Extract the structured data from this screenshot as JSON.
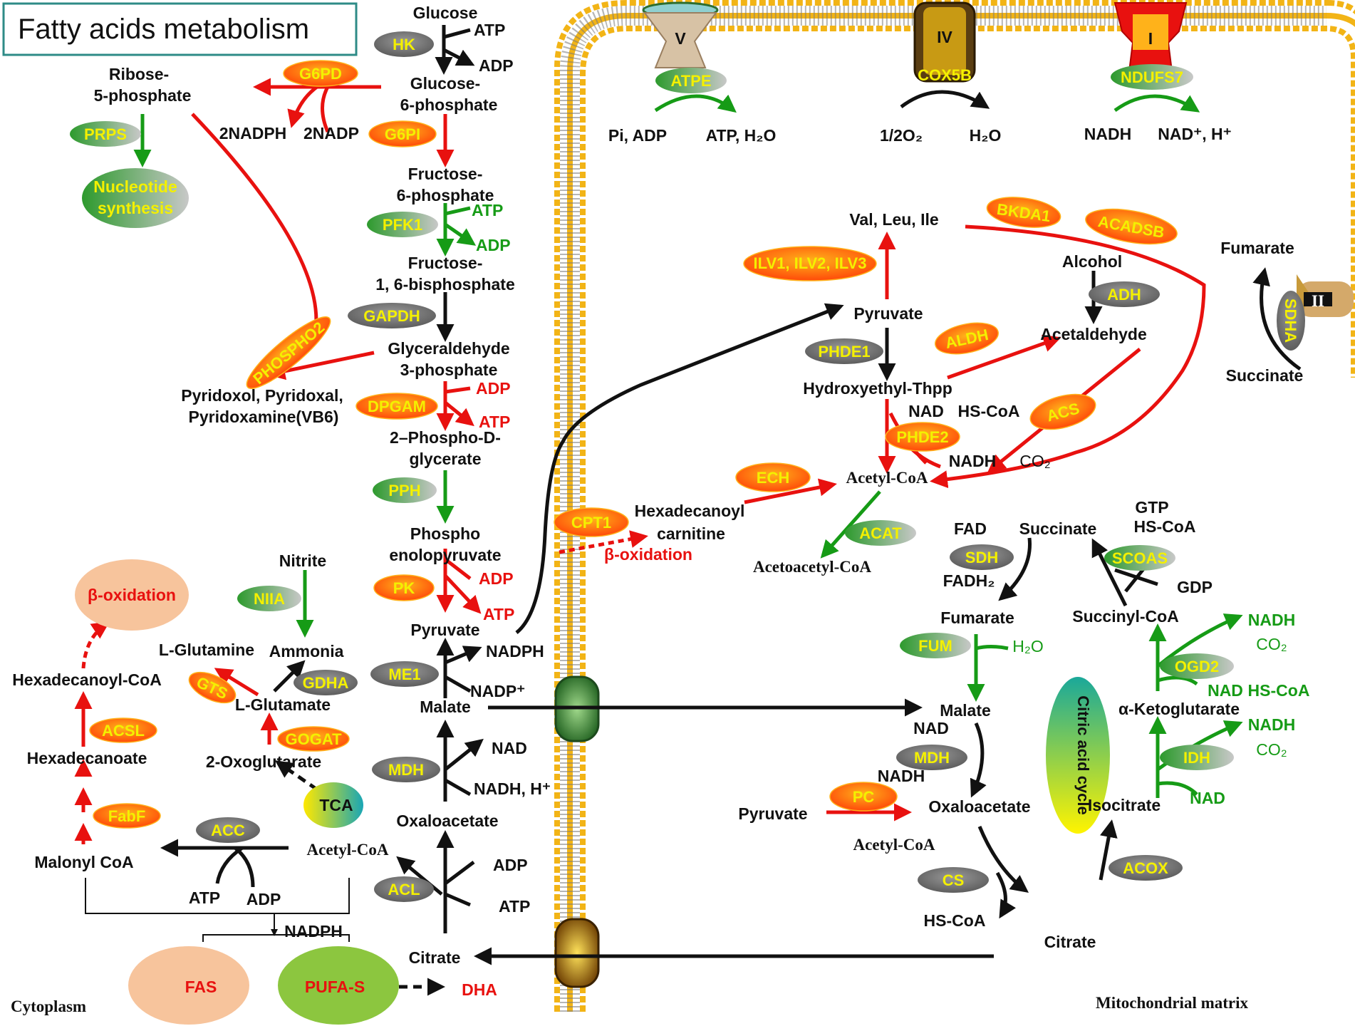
{
  "title_box": "Fatty acids metabolism",
  "region_cytoplasm": "Cytoplasm",
  "region_matrix": "Mitochondrial matrix",
  "colors": {
    "upregulated": "#e8110f",
    "upregulated_fill": "#ff7a10",
    "downregulated": "#169b16",
    "unchanged": "#111111",
    "enzyme_gray": "#7d7d7d",
    "enzyme_green": "#3aa23a",
    "membrane": "#f2b416"
  },
  "glycolysis": {
    "glucose": "Glucose",
    "atp1": "ATP",
    "adp1": "ADP",
    "g6p": "Glucose-6-phosphate",
    "g6p_l1": "Glucose-",
    "g6p_l2": "6-phosphate",
    "f6p_l1": "Fructose-",
    "f6p_l2": "6-phosphate",
    "atp2": "ATP",
    "adp2": "ADP",
    "fbp_l1": "Fructose-",
    "fbp_l2": "1, 6-bisphosphate",
    "gap_l1": "Glyceraldehyde",
    "gap_l2": "3-phosphate",
    "adp3": "ADP",
    "atp3": "ATP",
    "pg_l1": "2–Phospho-D-",
    "pg_l2": "glycerate",
    "pep_l1": "Phospho",
    "pep_l2": "enolopyruvate",
    "adp4": "ADP",
    "atp4": "ATP",
    "pyruvate": "Pyruvate",
    "nadph": "NADPH",
    "nadp": "NADP⁺",
    "malate": "Malate",
    "nad": "NAD",
    "nadh_h": "NADH, H⁺",
    "oxaloacetate": "Oxaloacetate",
    "acetyl_coa": "Acetyl-CoA",
    "adp5": "ADP",
    "atp5": "ATP",
    "citrate": "Citrate"
  },
  "ppp": {
    "r5p_l1": "Ribose-",
    "r5p_l2": "5-phosphate",
    "nadph2": "2NADPH",
    "nadp2": "2NADP",
    "nucleotide_l1": "Nucleotide",
    "nucleotide_l2": "synthesis",
    "vb6_l1": "Pyridoxol, Pyridoxal,",
    "vb6_l2": "Pyridoxamine(VB6)"
  },
  "nitrogen": {
    "nitrite": "Nitrite",
    "ammonia": "Ammonia",
    "l_glutamine": "L-Glutamine",
    "l_glutamate": "L-Glutamate",
    "oxoglutarate": "2-Oxoglutarate",
    "tca": "TCA"
  },
  "fatty": {
    "beta_oxidation": "β-oxidation",
    "hexadecanoyl_coa": "Hexadecanoyl-CoA",
    "hexadecanoate": "Hexadecanoate",
    "malonyl_coa": "Malonyl CoA",
    "atp": "ATP",
    "adp": "ADP",
    "nadph": "NADPH",
    "fas": "FAS",
    "pufa": "PUFA-S",
    "dha": "DHA"
  },
  "etc": {
    "complex_v": "V",
    "complex_iv": "IV",
    "complex_i": "I",
    "complex_ii": "II",
    "pi_adp": "Pi, ADP",
    "atp_h2o": "ATP, H₂O",
    "half_o2": "1/2O₂",
    "h2o": "H₂O",
    "nadh": "NADH",
    "nad_h": "NAD⁺, H⁺",
    "fumarate": "Fumarate",
    "succinate": "Succinate"
  },
  "mito": {
    "val_leu_ile": "Val, Leu, Ile",
    "alcohol": "Alcohol",
    "pyruvate": "Pyruvate",
    "acetaldehyde": "Acetaldehyde",
    "hydroxyethyl": "Hydroxyethyl-Thpp",
    "nad": "NAD",
    "hs_coa": "HS-CoA",
    "nadh": "NADH",
    "co2": "CO₂",
    "acetyl_coa": "Acetyl-CoA",
    "acetoacetyl_coa": "Acetoacetyl-CoA",
    "hexadecanoyl_carnitine_l1": "Hexadecanoyl",
    "hexadecanoyl_carnitine_l2": "carnitine",
    "beta_oxidation": "β-oxidation"
  },
  "tca": {
    "title": "Citric acid cycle",
    "fad": "FAD",
    "fadh2": "FADH₂",
    "succinate": "Succinate",
    "gtp": "GTP",
    "hs_coa": "HS-CoA",
    "gdp": "GDP",
    "fumarate": "Fumarate",
    "h2o": "H₂O",
    "succinyl_coa": "Succinyl-CoA",
    "nadh1": "NADH",
    "co2_1": "CO₂",
    "nad1": "NAD",
    "hs_coa2": "HS-CoA",
    "akg": "α-Ketoglutarate",
    "nadh2": "NADH",
    "co2_2": "CO₂",
    "malate": "Malate",
    "nad_mdh": "NAD",
    "nadh_mdh": "NADH",
    "oxaloacetate": "Oxaloacetate",
    "isocitrate": "Isocitrate",
    "nad2": "NAD",
    "pyruvate": "Pyruvate",
    "acetyl_coa": "Acetyl-CoA",
    "hs_coa3": "HS-CoA",
    "citrate": "Citrate"
  },
  "enzymes": {
    "HK": "HK",
    "G6PD": "G6PD",
    "G6PI": "G6PI",
    "PRPS": "PRPS",
    "PFK1": "PFK1",
    "GAPDH": "GAPDH",
    "PHOSPHO2": "PHOSPHO2",
    "DPGAM": "DPGAM",
    "PPH": "PPH",
    "PK": "PK",
    "ME1": "ME1",
    "MDH": "MDH",
    "ACL": "ACL",
    "ACC": "ACC",
    "NIIA": "NIIA",
    "GDHA": "GDHA",
    "GTS": "GTS",
    "GOGAT": "GOGAT",
    "ACSL": "ACSL",
    "FabF": "FabF",
    "ATPE": "ATPE",
    "COX5B": "COX5B",
    "NDUFS7": "NDUFS7",
    "SDHA": "SDHA",
    "BKDA1": "BKDA1",
    "ACADSB": "ACADSB",
    "ILV": "ILV1, ILV2, ILV3",
    "ADH": "ADH",
    "ALDH": "ALDH",
    "PHDE1": "PHDE1",
    "PHDE2": "PHDE2",
    "ACS": "ACS",
    "ECH": "ECH",
    "ACAT": "ACAT",
    "CPT1": "CPT1",
    "SDH": "SDH",
    "SCOAS": "SCOAS",
    "FUM": "FUM",
    "OGD2": "OGD2",
    "MDH_m": "MDH",
    "IDH": "IDH",
    "PC": "PC",
    "CS": "CS",
    "ACOX": "ACOX"
  }
}
